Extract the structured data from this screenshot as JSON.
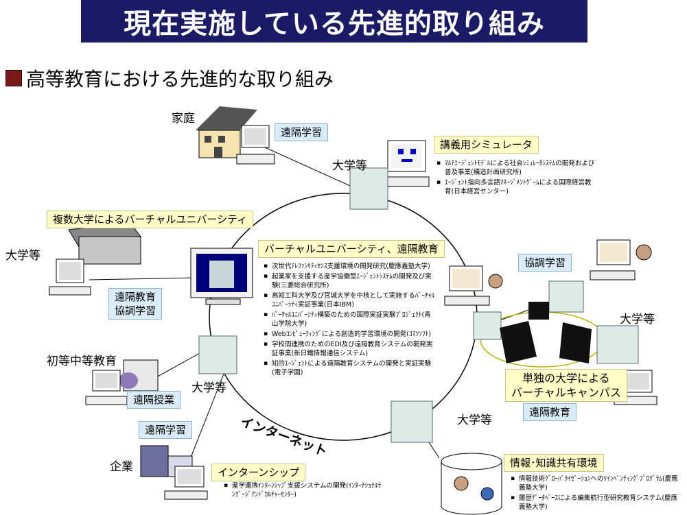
{
  "title": "現在実施している先進的取り組み",
  "subtitle": "高等教育における先進的な取り組み",
  "labels": {
    "home": "家庭",
    "univ_top": "大学等",
    "univ_left": "大学等",
    "univ_right": "大学等",
    "univ_bottom_left": "大学等",
    "univ_bottom_right": "大学等",
    "k12": "初等中等教育",
    "company": "企業",
    "internet": "インターネット"
  },
  "boxes": {
    "remote_learning_top": "遠隔学習",
    "simulator": "講義用シミュレータ",
    "multi_univ": "複数大学によるバーチャルユニバーシティ",
    "virtual_univ": "バーチャルユニバーシティ、遠隔教育",
    "remote_edu_collab_1": "遠隔教育",
    "remote_edu_collab_2": "協調学習",
    "collab_learning": "協調学習",
    "single_univ_1": "単独の大学による",
    "single_univ_2": "バーチャルキャンパス",
    "remote_edu_right": "遠隔教育",
    "remote_class": "遠隔授業",
    "remote_learning_bottom": "遠隔学習",
    "internship": "インターンシップ",
    "info_share": "情報･知識共有環境"
  },
  "simulator_items": [
    "ﾏﾙﾁｴｰｼﾞｪﾝﾄﾓﾃﾞﾙによる社会ｼﾐｭﾚｰﾀｼｽﾃﾑの開発および普及事業(構造計画研究所)",
    "ｴｰｼﾞｪﾝﾄ指向多言語ﾏﾈｰｼﾞﾒﾝﾄｹﾞｰﾑによる国際経営教育(日本経営センター)"
  ],
  "virtual_univ_items": [
    "次世代ﾃﾚﾌｧｼﾘﾃｨｾﾝｽ支援環境の開発研究(慶應義塾大学)",
    "起業家を支援する産学協働型ｴｰｼﾞｪﾝﾄｼｽﾃﾑの開発及び実験(三菱総合研究所)",
    "高知工科大学及び宮城大学を中核として実施するﾊﾞｰﾁｬﾙﾕﾆﾊﾞｰｼﾃｨ実証事業(日本IBM)",
    "ﾊﾞｰﾁｬﾙﾕﾆﾊﾞｰｼﾃｨ構築のための国際実証実験ﾌﾟﾛｼﾞｪｸﾄ(青山学院大学)",
    "Webｺﾝﾋﾟｭｰﾃｨﾝｸﾞによる創造的学習環境の開発(ｺﾏﾂｿﾌﾄ)",
    "学校間連携のためのEDI及び遠隔教育システムの開発実証事業(新日鐵情報通信システム)",
    "知的ｴｰｼﾞｪﾝﾄによる遠隔教育システムの開発と実証実験(電子学園)"
  ],
  "internship_items": [
    "産学連携ｲﾝﾀｰﾝｼｯﾌﾟ支援システムの開発(ｲﾝﾀｰﾅｼｮﾅﾙﾗﾝｸﾞｰｼﾞｱﾝﾄﾞｶﾙﾁｬｰｾﾝﾀｰ)"
  ],
  "info_share_items": [
    "情報技術ｸﾞﾛｰﾊﾞﾗｲｾﾞｰｼｮﾝへのﾘｲﾝﾍﾞﾝﾃｨﾝｸﾞﾌﾟﾛｸﾞﾗﾑ(慶應義塾大学)",
    "履歴ﾃﾞｰﾀﾍﾞｰｽによる編集航行型研究教育システム(慶應義塾大学)"
  ],
  "colors": {
    "title_bg": "#1a1a66",
    "box_blue": "#d9ecf7",
    "box_yellow": "#ffffc8",
    "bullet_square": "#7a1a1a"
  }
}
